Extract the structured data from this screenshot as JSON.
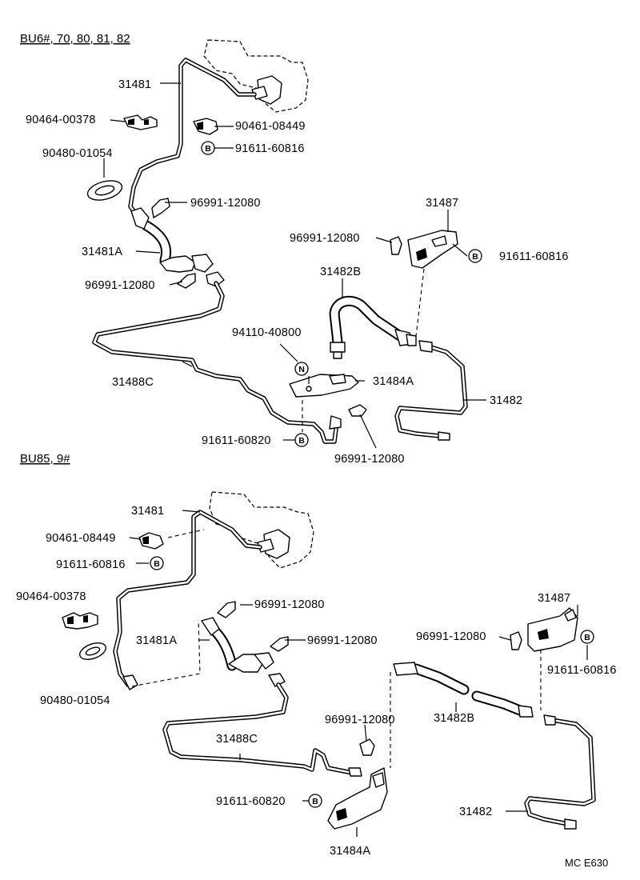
{
  "sections": {
    "top": {
      "title": "BU6#, 70, 80, 81, 82"
    },
    "bottom": {
      "title": "BU85, 9#"
    }
  },
  "symbols": {
    "bolt": "B",
    "nut": "N"
  },
  "labels": {
    "p31481": "31481",
    "p31481A": "31481A",
    "p31482": "31482",
    "p31482B": "31482B",
    "p31484A": "31484A",
    "p31487": "31487",
    "p31488C": "31488C",
    "p90464_00378": "90464-00378",
    "p90461_08449": "90461-08449",
    "p91611_60816": "91611-60816",
    "p90480_01054": "90480-01054",
    "p96991_12080": "96991-12080",
    "p94110_40800": "94110-40800",
    "p91611_60820": "91611-60820"
  },
  "footer": {
    "code": "MC E630"
  }
}
